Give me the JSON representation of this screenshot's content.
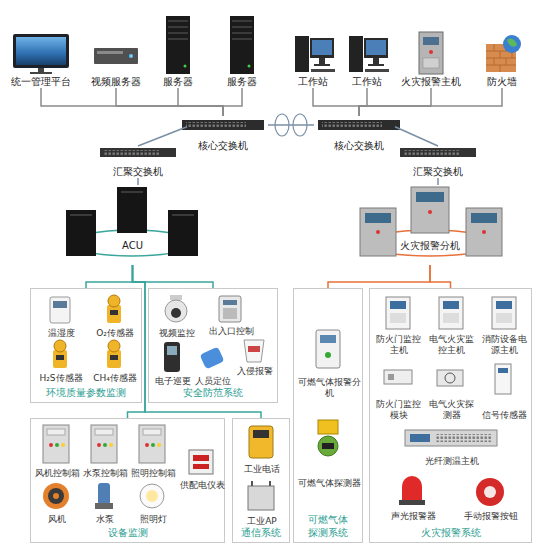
{
  "diagram": {
    "nodes": [
      {
        "text": [
          "统一管理平台"
        ]
      },
      {
        "text": [
          "视频服务器"
        ]
      },
      {
        "text": [
          "服务器"
        ]
      },
      {
        "text": [
          "服务器"
        ]
      },
      {
        "text": [
          "工作站"
        ]
      },
      {
        "text": [
          "工作站"
        ]
      },
      {
        "text": [
          "火灾报警主机"
        ]
      },
      {
        "text": [
          "防火墙"
        ]
      },
      {
        "text": [
          "核心交换机"
        ]
      },
      {
        "text": [
          "核心交换机"
        ]
      },
      {
        "text": [
          "汇聚交换机"
        ]
      },
      {
        "text": [
          "汇聚交换机"
        ]
      },
      {
        "text": [
          "ACU"
        ]
      },
      {
        "text": [
          "火灾报警分机"
        ]
      },
      {
        "text": [
          "环境质量参数监测"
        ]
      },
      {
        "text": [
          "温湿度"
        ],
        "in": 14
      },
      {
        "text": [
          "O₂传感器"
        ],
        "in": 14
      },
      {
        "text": [
          "H₂S传感器"
        ],
        "in": 14
      },
      {
        "text": [
          "CH₄传感器"
        ],
        "in": 14
      },
      {
        "text": [
          "安全防范系统"
        ]
      },
      {
        "text": [
          "视频监控"
        ],
        "in": 19
      },
      {
        "text": [
          "出入口控制"
        ],
        "in": 19
      },
      {
        "text": [
          "入侵报警"
        ],
        "in": 19
      },
      {
        "text": [
          "电子巡更"
        ],
        "in": 19
      },
      {
        "text": [
          "人员定位"
        ],
        "in": 19
      },
      {
        "text": [
          "可燃气体探测系统"
        ]
      },
      {
        "text": [
          "可燃气体报警分机"
        ],
        "in": 25
      },
      {
        "text": [
          "可燃气体探测器"
        ],
        "in": 25
      },
      {
        "text": [
          "火灾报警系统"
        ]
      },
      {
        "text": [
          "防火门监控主机"
        ],
        "in": 28
      },
      {
        "text": [
          "电气火灾监控主机"
        ],
        "in": 28
      },
      {
        "text": [
          "消防设备电源主机"
        ],
        "in": 28
      },
      {
        "text": [
          "防火门监控模块"
        ],
        "in": 28
      },
      {
        "text": [
          "电气火灾探测器"
        ],
        "in": 28
      },
      {
        "text": [
          "信号传感器"
        ],
        "in": 28
      },
      {
        "text": [
          "光纤测温主机"
        ],
        "in": 28
      },
      {
        "text": [
          "声光报警器"
        ],
        "in": 28
      },
      {
        "text": [
          "手动报警按钮"
        ],
        "in": 28
      },
      {
        "text": [
          "设备监测"
        ]
      },
      {
        "text": [
          "风机控制箱"
        ],
        "in": 38
      },
      {
        "text": [
          "水泵控制箱"
        ],
        "in": 38
      },
      {
        "text": [
          "照明控制箱"
        ],
        "in": 38
      },
      {
        "text": [
          "风机"
        ],
        "in": 38
      },
      {
        "text": [
          "水泵"
        ],
        "in": 38
      },
      {
        "text": [
          "照明灯"
        ],
        "in": 38
      },
      {
        "text": [
          "供配电仪表"
        ],
        "in": 38
      },
      {
        "text": [
          "通信系统"
        ]
      },
      {
        "text": [
          "工业电话"
        ],
        "in": 46
      },
      {
        "text": [
          "工业AP"
        ],
        "in": 46
      }
    ],
    "edges": [
      {
        "from": 0,
        "to": 8,
        "arrow": "none"
      },
      {
        "from": 1,
        "to": 8,
        "arrow": "none"
      },
      {
        "from": 2,
        "to": 8,
        "arrow": "none"
      },
      {
        "from": 3,
        "to": 8,
        "arrow": "none"
      },
      {
        "from": 4,
        "to": 9,
        "arrow": "none"
      },
      {
        "from": 5,
        "to": 9,
        "arrow": "none"
      },
      {
        "from": 6,
        "to": 9,
        "arrow": "none"
      },
      {
        "from": 7,
        "to": 9,
        "arrow": "none"
      },
      {
        "from": 8,
        "to": 9,
        "arrow": "none"
      },
      {
        "from": 8,
        "to": 10,
        "arrow": "none"
      },
      {
        "from": 9,
        "to": 11,
        "arrow": "none"
      },
      {
        "from": 10,
        "to": 12,
        "arrow": "none"
      },
      {
        "from": 11,
        "to": 13,
        "arrow": "none"
      },
      {
        "from": 12,
        "to": 14,
        "arrow": "none"
      },
      {
        "from": 12,
        "to": 19,
        "arrow": "none"
      },
      {
        "from": 12,
        "to": 38,
        "arrow": "none"
      },
      {
        "from": 12,
        "to": 46,
        "arrow": "none"
      },
      {
        "from": 13,
        "to": 25,
        "arrow": "none"
      },
      {
        "from": 13,
        "to": 28,
        "arrow": "none"
      }
    ]
  }
}
